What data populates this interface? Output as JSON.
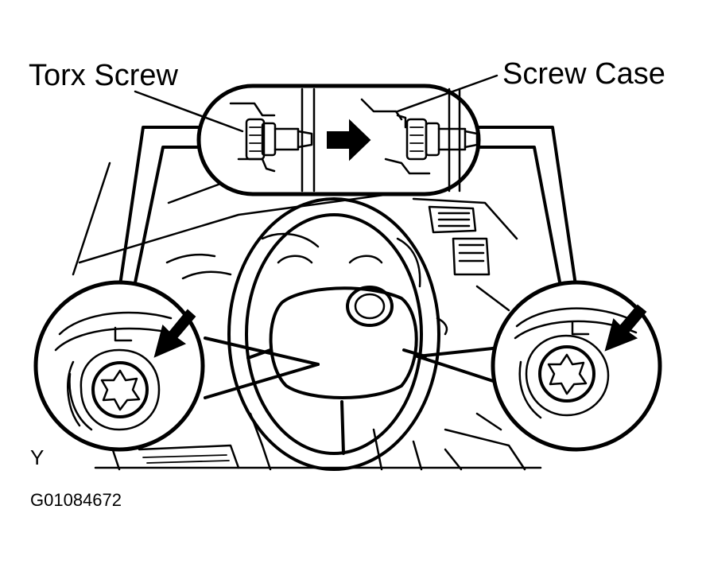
{
  "labels": {
    "torx_screw": "Torx Screw",
    "screw_case": "Screw Case",
    "view": "Y",
    "figure_id": "G01084672"
  },
  "colors": {
    "ink": "#000000",
    "paper": "#ffffff"
  }
}
